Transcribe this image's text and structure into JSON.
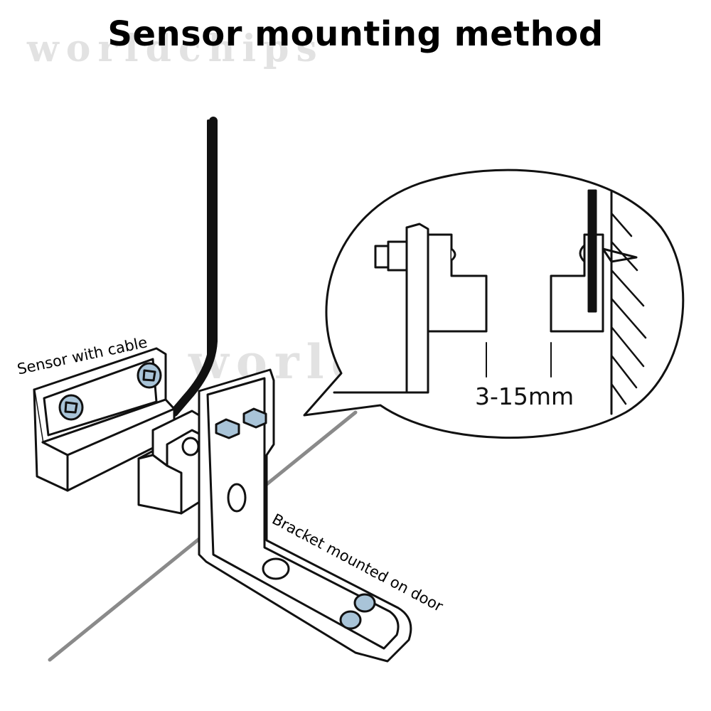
{
  "title": "Sensor mounting method",
  "labels": {
    "sensor": "Sensor with cable",
    "bracket": "Bracket mounted on door",
    "gap": "3-15mm"
  },
  "watermark": "worldchips",
  "colors": {
    "line": "#111111",
    "screw": "#a9c4d8",
    "floor": "#8a8a8a"
  }
}
